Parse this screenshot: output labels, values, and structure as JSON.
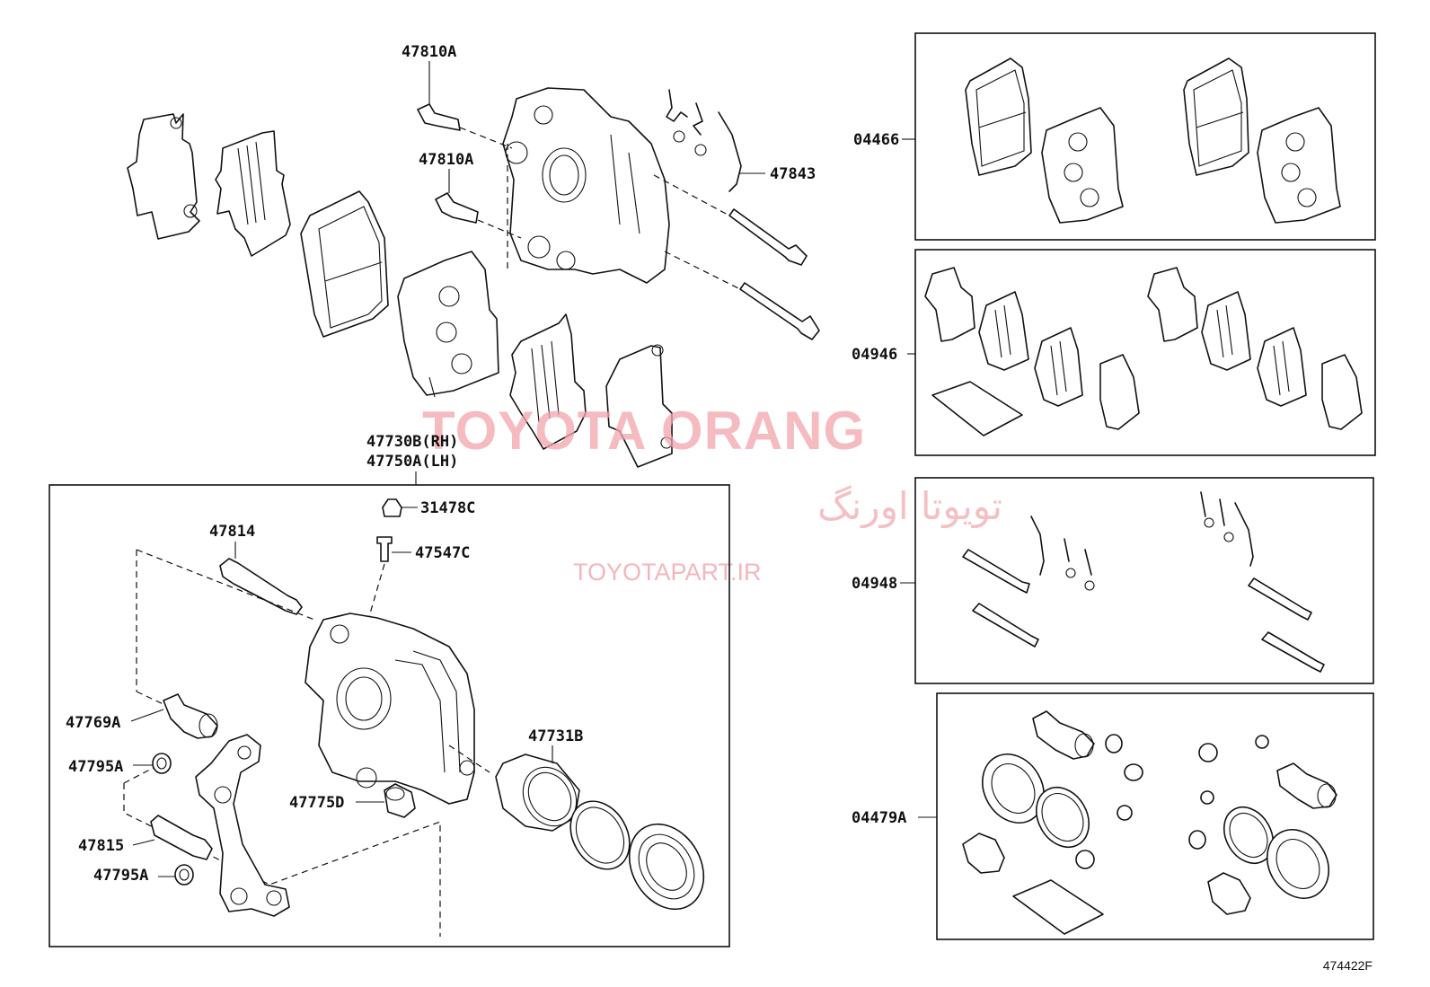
{
  "diagram": {
    "watermark": {
      "brand": "TOYOTA ORANG",
      "persian": "تویوتا اورنگ",
      "site": "TOYOTAPART.IR"
    },
    "diagram_code": "474422F",
    "labels": {
      "p47810A_top": "47810A",
      "p47810A_mid": "47810A",
      "p47843": "47843",
      "p47730B": "47730B(RH)",
      "p47750A": "47750A(LH)",
      "p31478C": "31478C",
      "p47547C": "47547C",
      "p47814": "47814",
      "p47769A": "47769A",
      "p47795A_1": "47795A",
      "p47815": "47815",
      "p47795A_2": "47795A",
      "p47775D": "47775D",
      "p47731B": "47731B",
      "k04466": "04466",
      "k04946": "04946",
      "k04948": "04948",
      "k04479A": "04479A"
    }
  }
}
